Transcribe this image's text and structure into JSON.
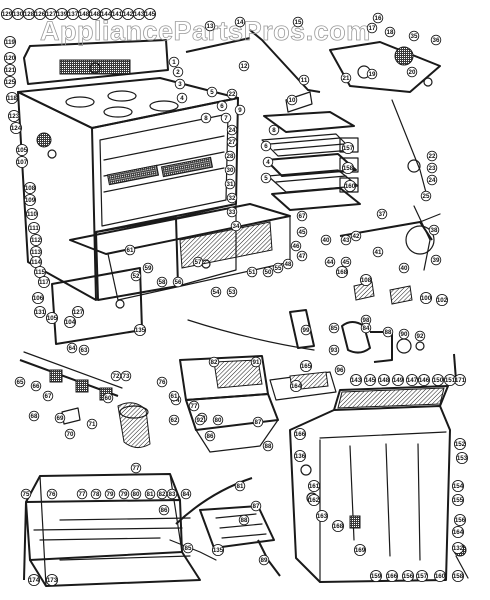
{
  "watermark": "AppliancePartsPros.com",
  "callouts": [
    [
      "129",
      7,
      14
    ],
    [
      "130",
      18,
      14
    ],
    [
      "128",
      29,
      14
    ],
    [
      "126",
      40,
      14
    ],
    [
      "127",
      51,
      14
    ],
    [
      "139",
      62,
      14
    ],
    [
      "137",
      73,
      14
    ],
    [
      "148",
      84,
      14
    ],
    [
      "148",
      95,
      14
    ],
    [
      "144",
      106,
      14
    ],
    [
      "141",
      117,
      14
    ],
    [
      "142",
      128,
      14
    ],
    [
      "143",
      139,
      14
    ],
    [
      "145",
      150,
      14
    ],
    [
      "119",
      10,
      42
    ],
    [
      "120",
      10,
      58
    ],
    [
      "121",
      10,
      70
    ],
    [
      "125",
      10,
      82
    ],
    [
      "118",
      12,
      98
    ],
    [
      "123",
      14,
      116
    ],
    [
      "124",
      16,
      128
    ],
    [
      "105",
      22,
      150
    ],
    [
      "107",
      22,
      162
    ],
    [
      "108",
      30,
      188
    ],
    [
      "109",
      30,
      200
    ],
    [
      "110",
      32,
      214
    ],
    [
      "111",
      34,
      228
    ],
    [
      "112",
      36,
      240
    ],
    [
      "113",
      36,
      252
    ],
    [
      "114",
      36,
      262
    ],
    [
      "115",
      40,
      272
    ],
    [
      "117",
      44,
      282
    ],
    [
      "106",
      38,
      298
    ],
    [
      "131",
      40,
      312
    ],
    [
      "105",
      52,
      318
    ],
    [
      "104",
      70,
      322
    ],
    [
      "127",
      78,
      312
    ],
    [
      "1",
      174,
      62
    ],
    [
      "2",
      178,
      72
    ],
    [
      "3",
      180,
      84
    ],
    [
      "4",
      182,
      98
    ],
    [
      "5",
      212,
      92
    ],
    [
      "6",
      222,
      106
    ],
    [
      "7",
      226,
      118
    ],
    [
      "8",
      206,
      118
    ],
    [
      "9",
      240,
      110
    ],
    [
      "22",
      232,
      94
    ],
    [
      "24",
      232,
      130
    ],
    [
      "27",
      232,
      142
    ],
    [
      "28",
      230,
      156
    ],
    [
      "30",
      230,
      170
    ],
    [
      "31",
      230,
      184
    ],
    [
      "32",
      232,
      198
    ],
    [
      "33",
      232,
      212
    ],
    [
      "34",
      236,
      226
    ],
    [
      "12",
      244,
      66
    ],
    [
      "13",
      210,
      26
    ],
    [
      "14",
      240,
      22
    ],
    [
      "15",
      298,
      22
    ],
    [
      "16",
      378,
      18
    ],
    [
      "17",
      372,
      28
    ],
    [
      "18",
      390,
      32
    ],
    [
      "19",
      372,
      74
    ],
    [
      "20",
      412,
      72
    ],
    [
      "21",
      346,
      78
    ],
    [
      "22",
      432,
      156
    ],
    [
      "23",
      432,
      168
    ],
    [
      "24",
      432,
      180
    ],
    [
      "25",
      426,
      196
    ],
    [
      "35",
      414,
      36
    ],
    [
      "36",
      436,
      40
    ],
    [
      "10",
      292,
      100
    ],
    [
      "11",
      304,
      80
    ],
    [
      "8",
      274,
      130
    ],
    [
      "6",
      266,
      146
    ],
    [
      "4",
      268,
      162
    ],
    [
      "5",
      266,
      178
    ],
    [
      "157",
      348,
      148
    ],
    [
      "158",
      348,
      168
    ],
    [
      "160",
      350,
      186
    ],
    [
      "37",
      382,
      214
    ],
    [
      "38",
      434,
      230
    ],
    [
      "39",
      436,
      260
    ],
    [
      "40",
      404,
      268
    ],
    [
      "41",
      378,
      252
    ],
    [
      "42",
      356,
      236
    ],
    [
      "43",
      346,
      240
    ],
    [
      "44",
      330,
      262
    ],
    [
      "45",
      346,
      262
    ],
    [
      "168",
      342,
      272
    ],
    [
      "108",
      366,
      280
    ],
    [
      "100",
      426,
      298
    ],
    [
      "102",
      442,
      300
    ],
    [
      "67",
      302,
      216
    ],
    [
      "40",
      326,
      240
    ],
    [
      "45",
      302,
      232
    ],
    [
      "46",
      296,
      246
    ],
    [
      "47",
      302,
      256
    ],
    [
      "48",
      288,
      264
    ],
    [
      "55",
      278,
      268
    ],
    [
      "50",
      268,
      272
    ],
    [
      "51",
      252,
      272
    ],
    [
      "53",
      232,
      292
    ],
    [
      "54",
      216,
      292
    ],
    [
      "52",
      136,
      276
    ],
    [
      "61",
      130,
      250
    ],
    [
      "59",
      148,
      268
    ],
    [
      "58",
      162,
      282
    ],
    [
      "56",
      178,
      282
    ],
    [
      "57",
      198,
      262
    ],
    [
      "98",
      366,
      320
    ],
    [
      "84",
      366,
      328
    ],
    [
      "88",
      388,
      332
    ],
    [
      "90",
      404,
      334
    ],
    [
      "92",
      420,
      336
    ],
    [
      "85",
      334,
      328
    ],
    [
      "93",
      334,
      350
    ],
    [
      "96",
      340,
      370
    ],
    [
      "99",
      306,
      330
    ],
    [
      "135",
      140,
      330
    ],
    [
      "82",
      214,
      362
    ],
    [
      "91",
      256,
      362
    ],
    [
      "165",
      306,
      366
    ],
    [
      "164",
      296,
      386
    ],
    [
      "171",
      460,
      380
    ],
    [
      "73",
      126,
      376
    ],
    [
      "76",
      162,
      382
    ],
    [
      "74",
      176,
      400
    ],
    [
      "77",
      194,
      406
    ],
    [
      "78",
      202,
      418
    ],
    [
      "80",
      218,
      420
    ],
    [
      "86",
      210,
      436
    ],
    [
      "87",
      258,
      422
    ],
    [
      "88",
      268,
      446
    ],
    [
      "60",
      108,
      398
    ],
    [
      "61",
      174,
      396
    ],
    [
      "62",
      174,
      420
    ],
    [
      "63",
      84,
      350
    ],
    [
      "64",
      72,
      348
    ],
    [
      "65",
      20,
      382
    ],
    [
      "66",
      36,
      386
    ],
    [
      "67",
      48,
      396
    ],
    [
      "68",
      34,
      416
    ],
    [
      "69",
      60,
      418
    ],
    [
      "70",
      70,
      434
    ],
    [
      "71",
      92,
      424
    ],
    [
      "72",
      116,
      376
    ],
    [
      "92",
      200,
      420
    ],
    [
      "143",
      356,
      380
    ],
    [
      "145",
      370,
      380
    ],
    [
      "148",
      384,
      380
    ],
    [
      "149",
      398,
      380
    ],
    [
      "147",
      412,
      380
    ],
    [
      "146",
      424,
      380
    ],
    [
      "150",
      438,
      380
    ],
    [
      "151",
      450,
      380
    ],
    [
      "152",
      460,
      444
    ],
    [
      "153",
      462,
      458
    ],
    [
      "154",
      458,
      486
    ],
    [
      "155",
      458,
      500
    ],
    [
      "156",
      460,
      520
    ],
    [
      "164",
      458,
      532
    ],
    [
      "132",
      458,
      548
    ],
    [
      "166",
      300,
      434
    ],
    [
      "136",
      300,
      456
    ],
    [
      "161",
      314,
      486
    ],
    [
      "162",
      314,
      500
    ],
    [
      "163",
      322,
      516
    ],
    [
      "168",
      338,
      526
    ],
    [
      "169",
      360,
      550
    ],
    [
      "159",
      376,
      576
    ],
    [
      "166",
      392,
      576
    ],
    [
      "156",
      408,
      576
    ],
    [
      "157",
      422,
      576
    ],
    [
      "160",
      440,
      576
    ],
    [
      "158",
      458,
      576
    ],
    [
      "75",
      26,
      494
    ],
    [
      "76",
      52,
      494
    ],
    [
      "77",
      82,
      494
    ],
    [
      "78",
      96,
      494
    ],
    [
      "79",
      110,
      494
    ],
    [
      "79",
      124,
      494
    ],
    [
      "80",
      136,
      494
    ],
    [
      "81",
      150,
      494
    ],
    [
      "82",
      162,
      494
    ],
    [
      "83",
      172,
      494
    ],
    [
      "84",
      186,
      494
    ],
    [
      "77",
      136,
      468
    ],
    [
      "86",
      164,
      510
    ],
    [
      "85",
      188,
      548
    ],
    [
      "81",
      240,
      486
    ],
    [
      "87",
      256,
      506
    ],
    [
      "88",
      244,
      520
    ],
    [
      "89",
      264,
      560
    ],
    [
      "135",
      218,
      550
    ],
    [
      "174",
      34,
      580
    ],
    [
      "173",
      52,
      580
    ]
  ]
}
